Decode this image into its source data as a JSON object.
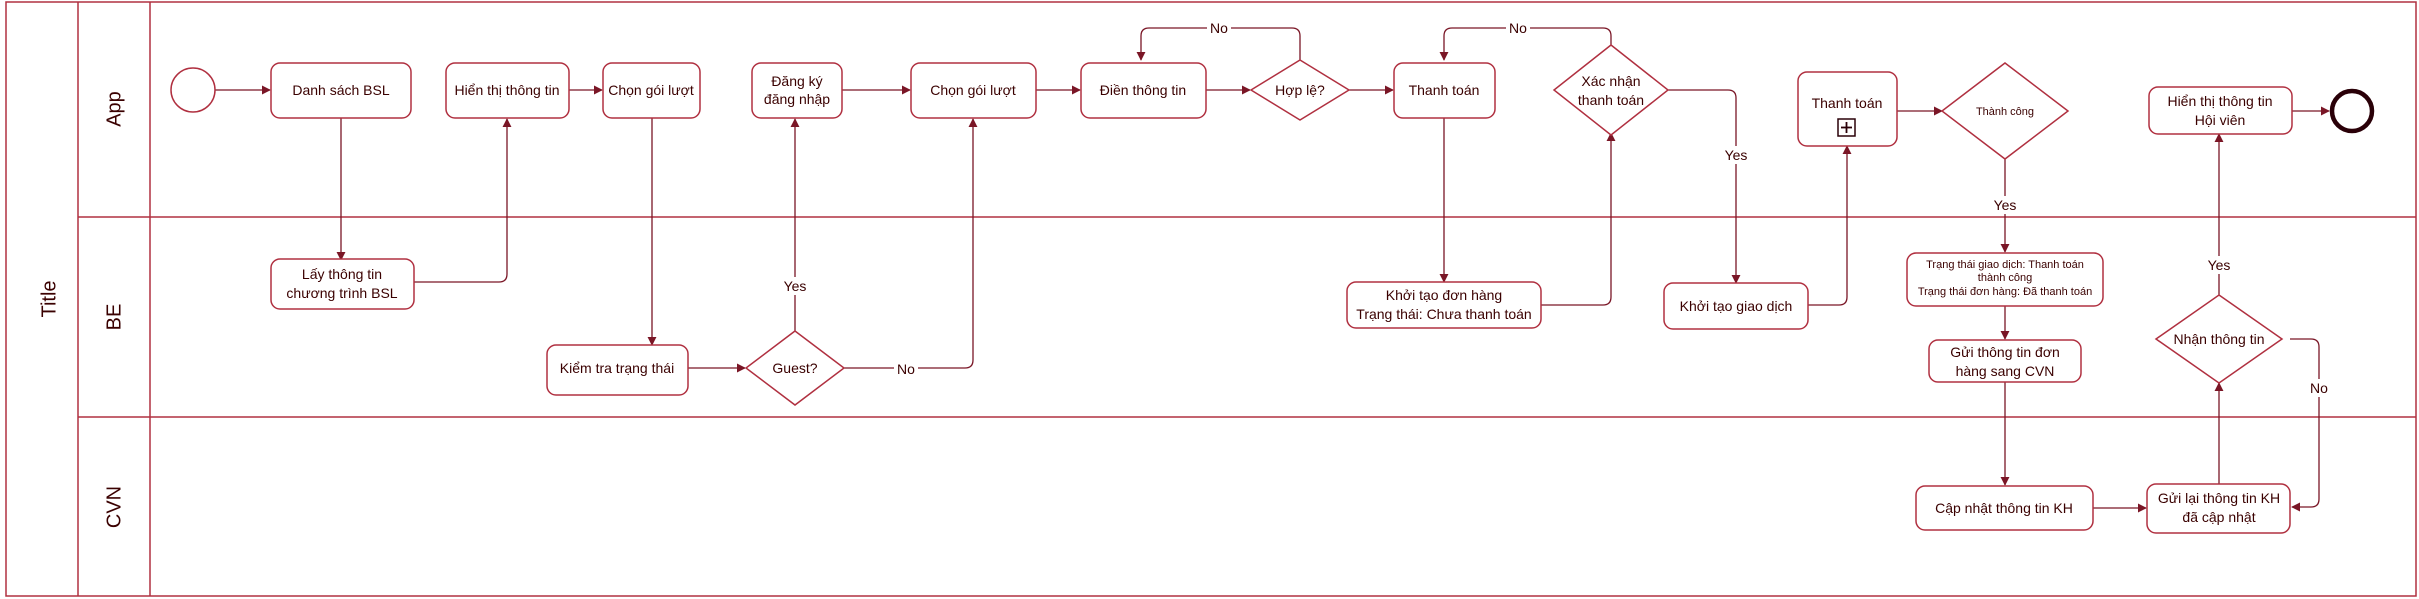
{
  "pool": {
    "title": "Title"
  },
  "lanes": [
    {
      "id": "app",
      "label": "App"
    },
    {
      "id": "be",
      "label": "BE"
    },
    {
      "id": "cvn",
      "label": "CVN"
    }
  ],
  "nodes": {
    "danh_sach_bsl": {
      "lines": [
        "Danh sách BSL"
      ]
    },
    "lay_thong_tin": {
      "lines": [
        "Lấy thông tin",
        "chương trình BSL"
      ]
    },
    "hien_thi_thong_tin": {
      "lines": [
        "Hiển thị thông tin"
      ]
    },
    "chon_goi_luot_1": {
      "lines": [
        "Chọn gói lượt"
      ]
    },
    "kiem_tra_trang_thai": {
      "lines": [
        "Kiểm tra trạng thái"
      ]
    },
    "guest": {
      "lines": [
        "Guest?"
      ]
    },
    "dang_ky": {
      "lines": [
        "Đăng ký",
        "đăng nhập"
      ]
    },
    "chon_goi_luot_2": {
      "lines": [
        "Chọn gói lượt"
      ]
    },
    "dien_thong_tin": {
      "lines": [
        "Điền thông tin"
      ]
    },
    "hop_le": {
      "lines": [
        "Hợp lệ?"
      ]
    },
    "thanh_toan_1": {
      "lines": [
        "Thanh toán"
      ]
    },
    "khoi_tao_don_hang": {
      "lines": [
        "Khởi tạo đơn hàng",
        "Trạng thái: Chưa thanh toán"
      ]
    },
    "xac_nhan": {
      "lines": [
        "Xác nhận",
        "thanh toán"
      ]
    },
    "khoi_tao_giao_dich": {
      "lines": [
        "Khởi tạo giao dịch"
      ]
    },
    "thanh_toan_2": {
      "lines": [
        "Thanh toán"
      ]
    },
    "thanh_cong": {
      "lines": [
        "Thành công"
      ]
    },
    "trang_thai_gd": {
      "lines": [
        "Trạng thái giao dịch: Thanh toán",
        "thành công",
        "Trạng thái đơn hàng: Đã thanh toán"
      ]
    },
    "gui_thong_tin": {
      "lines": [
        "Gửi thông tin đơn",
        "hàng sang CVN"
      ]
    },
    "cap_nhat": {
      "lines": [
        "Cập nhật thông tin KH"
      ]
    },
    "gui_lai": {
      "lines": [
        "Gửi lại thông tin KH",
        "đã cập nhật"
      ]
    },
    "nhan_thong_tin": {
      "lines": [
        "Nhận thông tin"
      ]
    },
    "hien_thi_hoi_vien": {
      "lines": [
        "Hiển thị thông tin",
        "Hội viên"
      ]
    }
  },
  "edge_labels": {
    "guest_yes": "Yes",
    "guest_no": "No",
    "hop_le_no": "No",
    "xac_nhan_no": "No",
    "xac_nhan_yes": "Yes",
    "thanh_cong_yes": "Yes",
    "nhan_yes": "Yes",
    "nhan_no": "No"
  },
  "colors": {
    "stroke": "#8b1a2b",
    "text": "#3a0000",
    "background": "#ffffff"
  }
}
